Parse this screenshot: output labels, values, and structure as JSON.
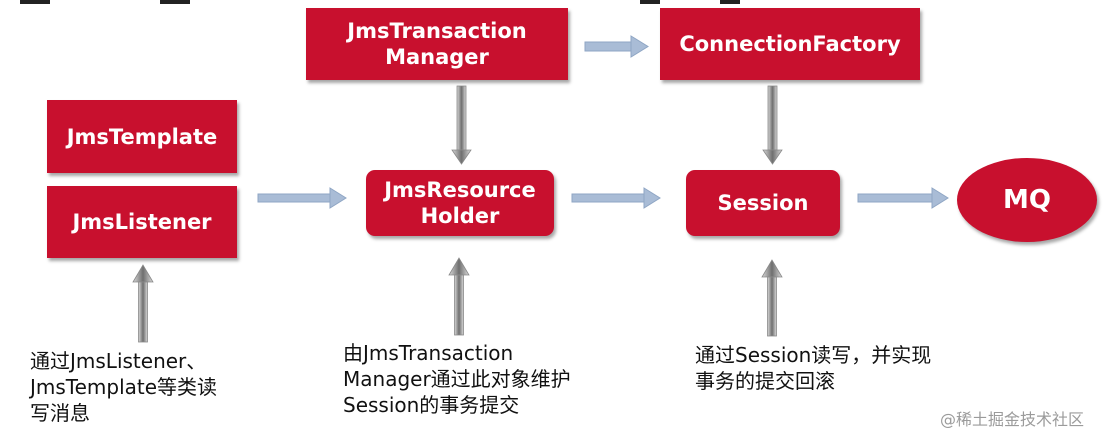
{
  "nodes": {
    "jms_transaction_manager": "JmsTransaction\nManager",
    "connection_factory": "ConnectionFactory",
    "jms_template": "JmsTemplate",
    "jms_listener": "JmsListener",
    "jms_resource_holder": "JmsResource\nHolder",
    "session": "Session",
    "mq": "MQ"
  },
  "notes": {
    "listener_note": "通过JmsListener、\nJmsTemplate等类读\n写消息",
    "holder_note": "由JmsTransaction\nManager通过此对象维护\nSession的事务提交",
    "session_note": "通过Session读写，并实现\n事务的提交回滚"
  },
  "watermark": "@稀土掘金技术社区",
  "colors": {
    "box_fill": "#c8102e",
    "box_text": "#ffffff",
    "arrow_blue": "#a9bcd6",
    "arrow_gray": "#7d7d7d"
  }
}
